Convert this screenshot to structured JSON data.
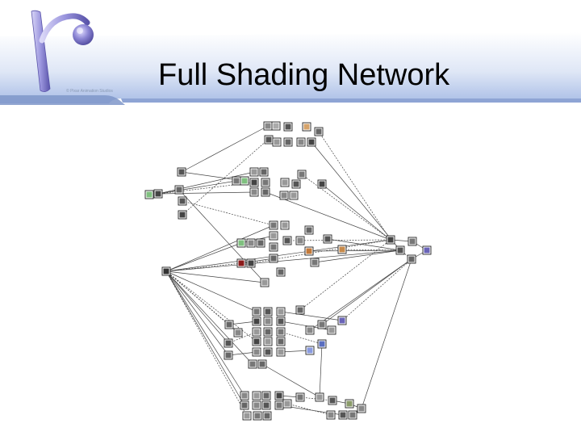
{
  "slide": {
    "title": "Full Shading Network"
  },
  "logo": {
    "caption": "© Pixar Animation Studios"
  },
  "colors": {
    "header_blue": "#9fb6e6",
    "logo_purple": "#6a64b8",
    "node_border": "#222222",
    "edge": "#444444"
  },
  "diagram": {
    "kind": "shading-network-graph",
    "node_icon": "shader-node-swatch-icon"
  }
}
